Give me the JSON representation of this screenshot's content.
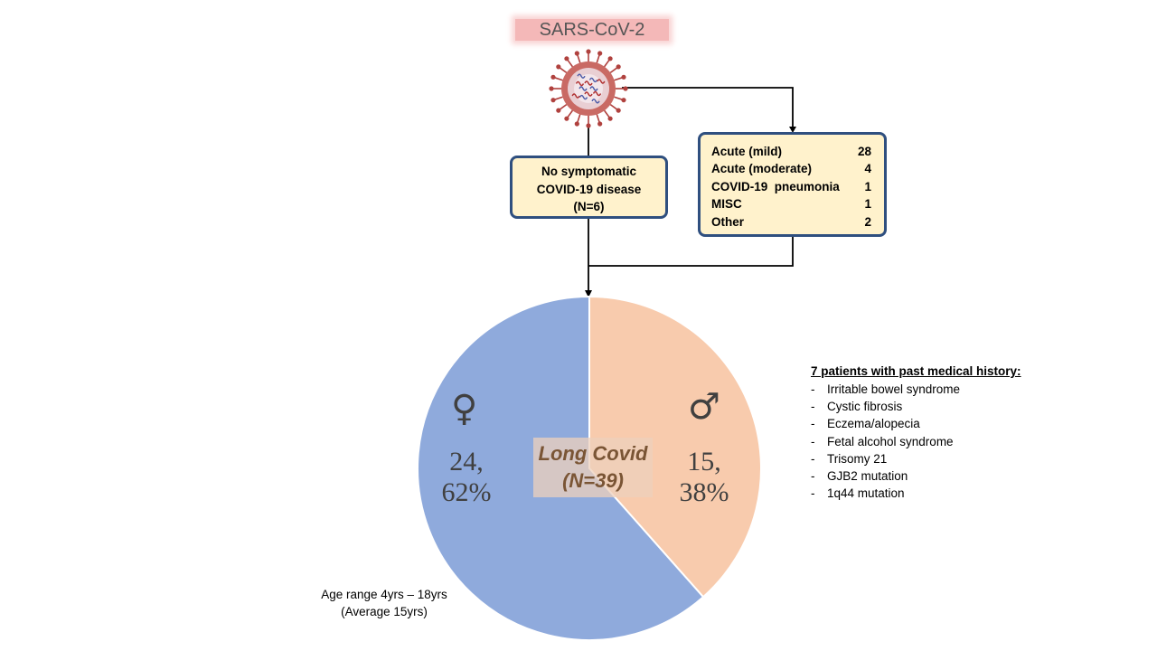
{
  "title": "SARS-CoV-2",
  "no_symptom_box": {
    "line1": "No symptomatic",
    "line2": "COVID-19 disease",
    "line3": "(N=6)"
  },
  "acute_box": {
    "rows": [
      {
        "label": "Acute (mild)",
        "value": "28"
      },
      {
        "label": "Acute (moderate)",
        "value": "4"
      },
      {
        "label": "COVID-19  pneumonia",
        "value": "1"
      },
      {
        "label": "MISC",
        "value": "1"
      },
      {
        "label": "Other",
        "value": "2"
      }
    ]
  },
  "chart_data": {
    "type": "pie",
    "slices": [
      {
        "label": "24,\n62%",
        "value": 24,
        "percent": 62,
        "color": "#8faadc",
        "symbol": "♀"
      },
      {
        "label": "15,\n38%",
        "value": 15,
        "percent": 38,
        "color": "#f8cbad",
        "symbol": "♂"
      }
    ],
    "center_label": {
      "line1": "Long Covid",
      "line2": "(N=39)"
    }
  },
  "female": {
    "symbol": "♀",
    "count": "24,",
    "percent": "62%"
  },
  "male": {
    "symbol": "♂",
    "count": "15,",
    "percent": "38%"
  },
  "pmh": {
    "title": "7 patients with past medical history:",
    "items": [
      "Irritable bowel syndrome",
      "Cystic fibrosis",
      "Eczema/alopecia",
      "Fetal alcohol syndrome",
      "Trisomy 21",
      "GJB2 mutation",
      "1q44 mutation"
    ]
  },
  "age": {
    "line1": "Age range 4yrs – 18yrs",
    "line2": "(Average 15yrs)"
  },
  "colors": {
    "female": "#8faadc",
    "male": "#f8cbad",
    "box_fill": "#fff2cc",
    "box_border": "#2f4f7f",
    "virus": "#b0413e"
  }
}
